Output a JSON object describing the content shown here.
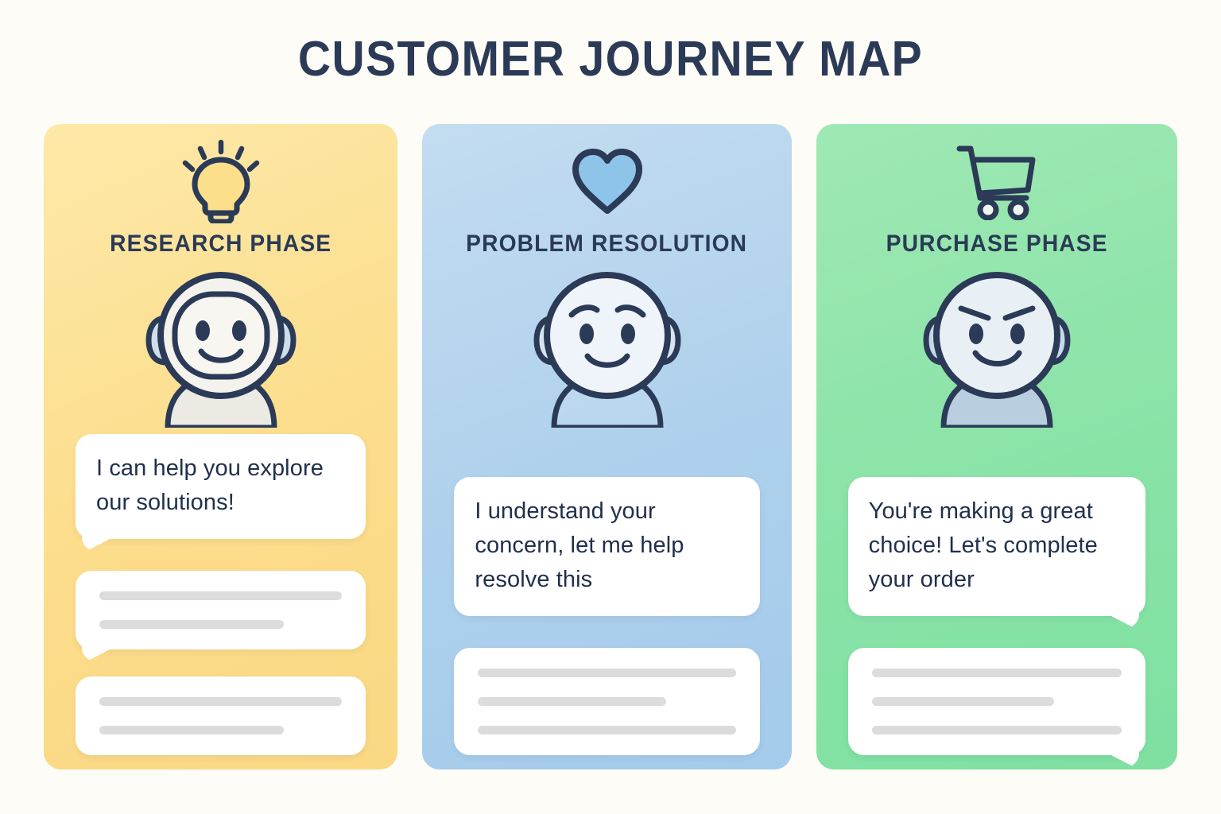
{
  "page": {
    "title": "CUSTOMER JOURNEY MAP",
    "background_color": "#fdfcf6",
    "title_color": "#2b3a56"
  },
  "cards": [
    {
      "id": "research-phase",
      "label": "RESEARCH PHASE",
      "icon": "lightbulb-icon",
      "background_color": "#fcdd8b",
      "accent_color": "#fcdf8a",
      "avatar": {
        "name": "robot-assistant-avatar",
        "expression": "smiling",
        "head_color": "#f3f2ec",
        "body_color": "#edece6",
        "ear_color": "#cfdeea"
      },
      "message": "I can help you explore our solutions!",
      "message_tail": "bottom-left",
      "placeholders": [
        {
          "tail": "bottom-left",
          "bars": [
            100,
            76
          ]
        },
        {
          "tail": "none",
          "bars": [
            100,
            76
          ]
        }
      ]
    },
    {
      "id": "problem-resolution",
      "label": "PROBLEM RESOLUTION",
      "icon": "heart-icon",
      "background_color": "#aed0ec",
      "accent_color": "#8fc4ea",
      "avatar": {
        "name": "concerned-assistant-avatar",
        "expression": "concerned",
        "head_color": "#eef4f9",
        "body_color": "#ffffff",
        "ear_color": "#d6e4f0"
      },
      "message": "I understand your concern, let me help resolve this",
      "message_tail": "none",
      "placeholders": [
        {
          "tail": "none",
          "bars": [
            100,
            73,
            100
          ]
        }
      ]
    },
    {
      "id": "purchase-phase",
      "label": "PURCHASE PHASE",
      "icon": "shopping-cart-icon",
      "background_color": "#89e3a7",
      "accent_color": "#2b3a56",
      "avatar": {
        "name": "confident-assistant-avatar",
        "expression": "confident",
        "head_color": "#e8eff5",
        "body_color": "#b9cfe0",
        "ear_color": "#c6d9e8"
      },
      "message": "You're making a great choice! Let's complete your order",
      "message_tail": "bottom-right",
      "placeholders": [
        {
          "tail": "bottom-right",
          "bars": [
            100,
            73,
            100
          ]
        }
      ]
    }
  ]
}
